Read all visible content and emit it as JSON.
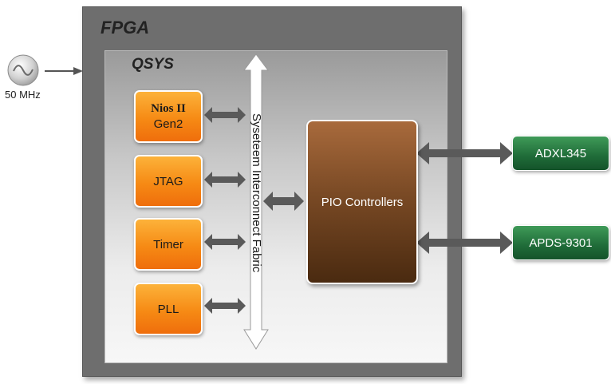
{
  "clock": {
    "label": "50 MHz"
  },
  "fpga": {
    "title": "FPGA"
  },
  "qsys": {
    "title": "QSYS"
  },
  "fabric": {
    "label": "Syseteem Interconnect Fabric"
  },
  "modules": {
    "nios": {
      "line1": "Nios II",
      "line2": "Gen2"
    },
    "jtag": {
      "label": "JTAG"
    },
    "timer": {
      "label": "Timer"
    },
    "pll": {
      "label": "PLL"
    }
  },
  "pio": {
    "label": "PIO Controllers"
  },
  "devices": {
    "adxl": {
      "label": "ADXL345"
    },
    "apds": {
      "label": "APDS-9301"
    }
  },
  "colors": {
    "orange": "#f68a14",
    "brown": "#7a4a25",
    "green": "#1f6b38",
    "arrow_gray": "#5a5a5a",
    "fpga_gray": "#6e6e6e"
  }
}
